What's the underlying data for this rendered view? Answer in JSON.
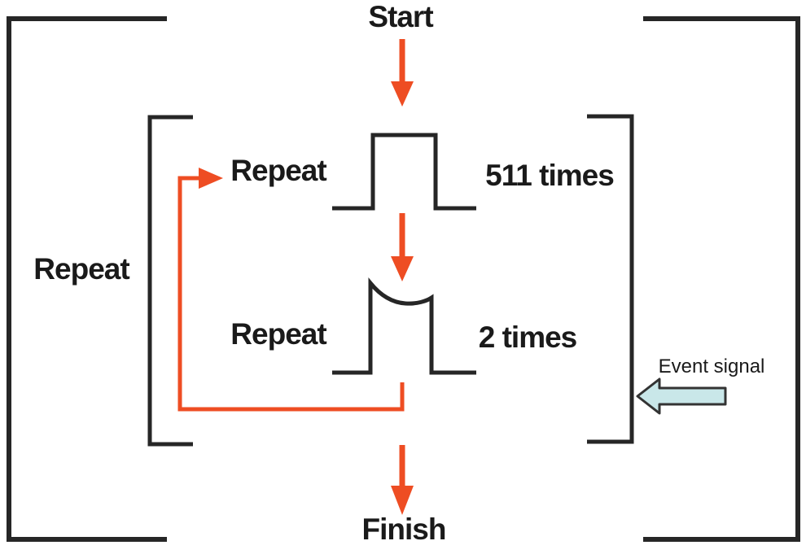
{
  "diagram": {
    "title_hint": "Sequence repeat flow diagram",
    "labels": {
      "start": "Start",
      "outer_repeat": "Repeat",
      "loop1_repeat": "Repeat",
      "loop1_count": "511 times",
      "loop2_repeat": "Repeat",
      "loop2_count": "2 times",
      "event_signal": "Event signal",
      "finish": "Finish"
    },
    "colors": {
      "line": "#262626",
      "accent": "#ee4d23",
      "event_fill": "#c9e7e9",
      "event_stroke": "#333333",
      "text": "#1a1a1a",
      "background": "#ffffff"
    }
  }
}
